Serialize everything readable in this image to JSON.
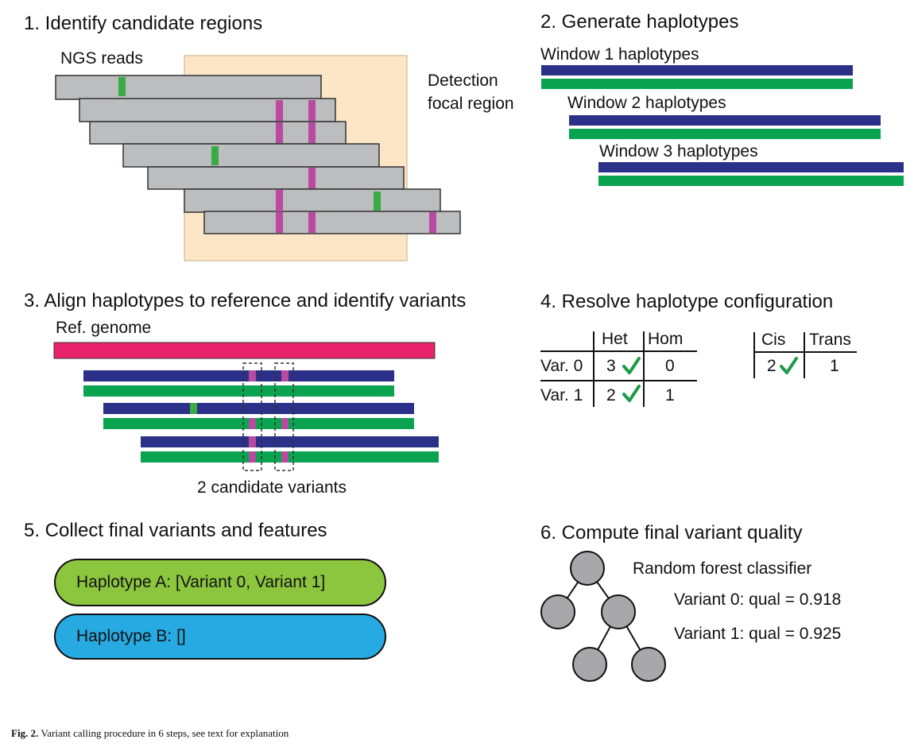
{
  "step1": {
    "title": "1.   Identify candidate regions",
    "reads_label": "NGS reads",
    "focal_label_1": "Detection",
    "focal_label_2": "focal region"
  },
  "step2": {
    "title": "2. Generate haplotypes",
    "windows": [
      "Window 1 haplotypes",
      "Window 2 haplotypes",
      "Window 3 haplotypes"
    ]
  },
  "step3": {
    "title": "3.  Align haplotypes to reference and identify variants",
    "ref_label": "Ref. genome",
    "candidates_label": "2 candidate variants"
  },
  "step4": {
    "title": "4. Resolve haplotype configuration",
    "zyg": {
      "headers": [
        "Het",
        "Hom"
      ],
      "rows": [
        {
          "label": "Var. 0",
          "het": "3",
          "het_check": true,
          "hom": "0"
        },
        {
          "label": "Var. 1",
          "het": "2",
          "het_check": true,
          "hom": "1"
        }
      ]
    },
    "phase": {
      "headers": [
        "Cis",
        "Trans"
      ],
      "cis": "2",
      "cis_check": true,
      "trans": "1"
    }
  },
  "step5": {
    "title": "5. Collect final variants and features",
    "hap_a": "Haplotype A: [Variant 0, Variant 1]",
    "hap_b": "Haplotype B: []"
  },
  "step6": {
    "title": "6. Compute final variant quality",
    "classifier": "Random forest classifier",
    "results": [
      "Variant 0: qual = 0.918",
      "Variant 1: qual = 0.925"
    ]
  },
  "caption": {
    "label": "Fig. 2.",
    "text": "Variant calling procedure in 6 steps, see text for explanation"
  },
  "colors": {
    "focal": "#fde6c6",
    "read": "#bcbdbf",
    "variant_green": "#3aaa45",
    "variant_magenta": "#b84aa0",
    "hap_blue": "#2b3089",
    "hap_green": "#0aa34f",
    "ref": "#e8236b",
    "hap_a": "#8cc63f",
    "hap_b": "#27aae1",
    "node": "#a8a8aa",
    "check": "#1e9a4b"
  }
}
